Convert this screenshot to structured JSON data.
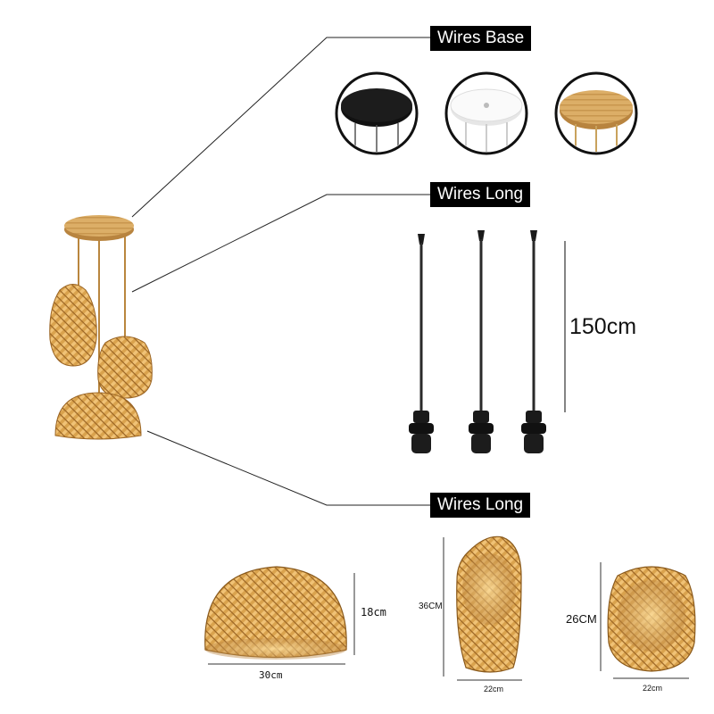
{
  "tags": {
    "base": "Wires Base",
    "long_top": "Wires Long",
    "long_bottom": "Wires Long"
  },
  "wire_length": "150cm",
  "dimensions": {
    "dome_height": "18cm",
    "dome_width": "30cm",
    "tall_height": "36CM",
    "tall_width": "22cm",
    "short_height": "26CM",
    "short_width": "22cm"
  },
  "base_options": [
    "black-round-canopy",
    "white-round-canopy",
    "wood-round-canopy"
  ],
  "colors": {
    "rattan_light": "#e7b465",
    "rattan_mid": "#c98f3a",
    "rattan_dark": "#8a5a1c",
    "wood": "#d9a85f",
    "cord": "#2a2a2a",
    "tag_bg": "#000000"
  }
}
